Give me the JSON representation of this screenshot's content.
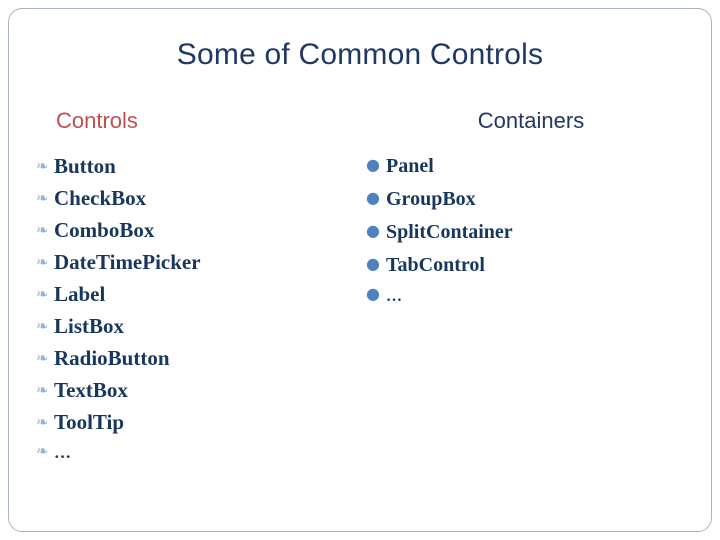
{
  "slide": {
    "title": "Some of Common Controls",
    "columns": [
      {
        "heading": "Controls",
        "bullet_icon": "swirl-bullet-icon",
        "items": [
          "Button",
          "CheckBox",
          "ComboBox",
          "DateTimePicker",
          "Label",
          "ListBox",
          "RadioButton",
          "TextBox",
          "ToolTip",
          "…"
        ]
      },
      {
        "heading": "Containers",
        "bullet_icon": "disc-bullet-icon",
        "items": [
          "Panel",
          "GroupBox",
          "SplitContainer",
          "TabControl",
          "…"
        ]
      }
    ]
  },
  "glyphs": {
    "swirl": "❧",
    "disc": "●"
  },
  "colors": {
    "title": "#1F3864",
    "heading_left": "#C0504D",
    "heading_right": "#1F3864",
    "text": "#17375E",
    "bullet_left": "#95B3D7",
    "bullet_right": "#4F81BD",
    "frame": "#A8B6C4",
    "background": "#FFFFFF"
  }
}
